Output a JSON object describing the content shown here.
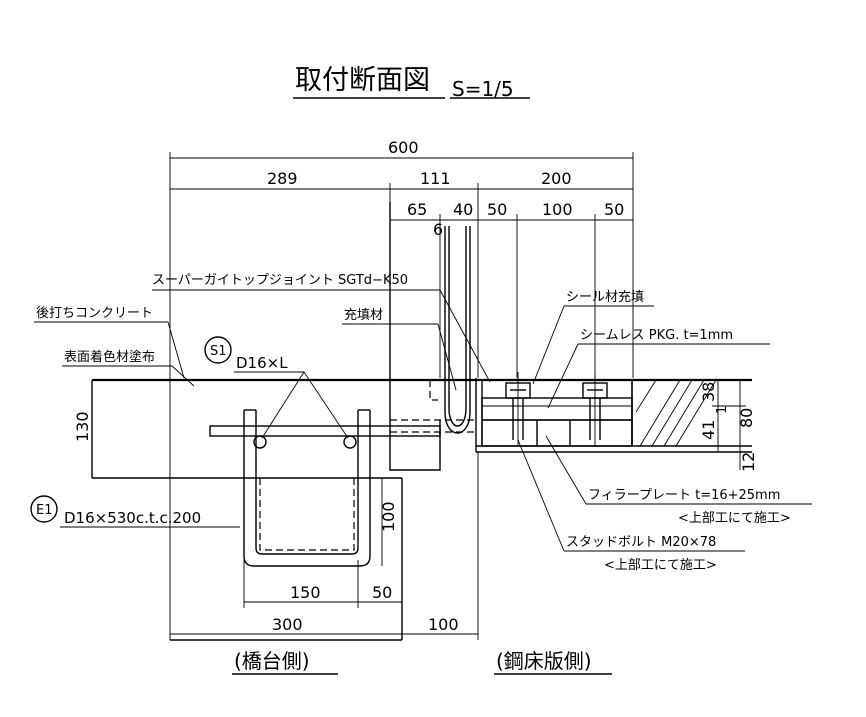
{
  "title": "取付断面図",
  "scale": "S=1/5",
  "dimensions": {
    "total": "600",
    "left": "289",
    "mid": "111",
    "right": "200",
    "mid_a": "65",
    "mid_b": "40",
    "mid_gap": "6",
    "right_a": "50",
    "right_b": "100",
    "right_c": "50",
    "depth": "130",
    "height_38": "38",
    "height_1": "1",
    "height_80": "80",
    "height_41": "41",
    "height_12": "12",
    "bar_100": "100",
    "bar_150": "150",
    "bar_50": "50",
    "base_300": "300",
    "base_100": "100"
  },
  "labels": {
    "joint": "スーパーガイトップジョイント SGTd−K50",
    "concrete": "後打ちコンクリート",
    "coating": "表面着色材塗布",
    "filler": "充填材",
    "s1_mark": "S1",
    "s1_text": "D16×L",
    "e1_mark": "E1",
    "e1_text": "D16×530c.t.c.200",
    "seal_fill": "シール材充填",
    "seamless": "シームレス PKG. t=1mm",
    "filler_plate": "フィラープレート t=16+25mm",
    "filler_plate_note": "<上部工にて施工>",
    "stud_bolt": "スタッドボルト M20×78",
    "stud_bolt_note": "<上部工にて施工>",
    "abutment_side": "(橋台側)",
    "deck_side": "(鋼床版側)"
  }
}
